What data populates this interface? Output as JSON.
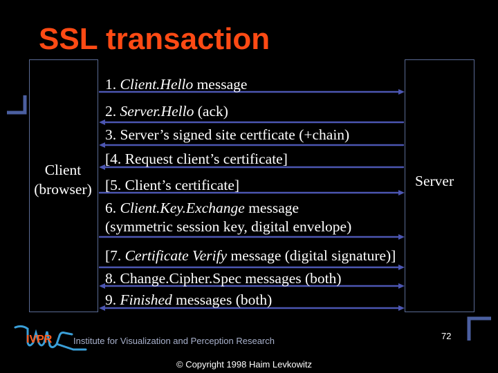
{
  "slide": {
    "title": "SSL transaction",
    "client_label_1": "Client",
    "client_label_2": "(browser)",
    "server_label": "Server",
    "page_number": "72"
  },
  "messages": [
    {
      "num": "1. ",
      "em": "Client.Hello",
      "rest": " message",
      "direction": "to-server"
    },
    {
      "num": "2. ",
      "em": "Server.Hello",
      "rest": " (ack)",
      "direction": "to-client"
    },
    {
      "num": "3. ",
      "em": "",
      "rest": "Server’s signed site certficate (+chain)",
      "direction": "to-client"
    },
    {
      "num": "[4. ",
      "em": "",
      "rest": "Request client’s certificate]",
      "direction": "to-client"
    },
    {
      "num": "[5. ",
      "em": "",
      "rest": "Client’s certificate]",
      "direction": "to-server"
    },
    {
      "num": "6. ",
      "em": "Client.Key.Exchange",
      "rest": " message",
      "direction": "to-server"
    },
    {
      "num": "",
      "em": "",
      "rest": "(symmetric session key, digital envelope)",
      "direction": "none"
    },
    {
      "num": "[7. ",
      "em": "Certificate Verify",
      "rest": " message (digital signature)]",
      "direction": "to-server"
    },
    {
      "num": "8. ",
      "em": "",
      "rest": "Change.Cipher.Spec messages (both)",
      "direction": "both"
    },
    {
      "num": "9. ",
      "em": "Finished",
      "rest": " messages (both)",
      "direction": "both"
    }
  ],
  "footer": {
    "logo_text": "IVPR",
    "institute": "Institute for Visualization and Perception Research",
    "copyright": "© Copyright 1998 Haim Levkowitz"
  },
  "colors": {
    "background": "#000000",
    "title": "#ff4a14",
    "arrows": "#4c56b2",
    "box_border": "#5b6b95",
    "corner_accent": "#4b5fa0",
    "logo": "#3a9fd8",
    "logo_text": "#ff5a1a"
  }
}
